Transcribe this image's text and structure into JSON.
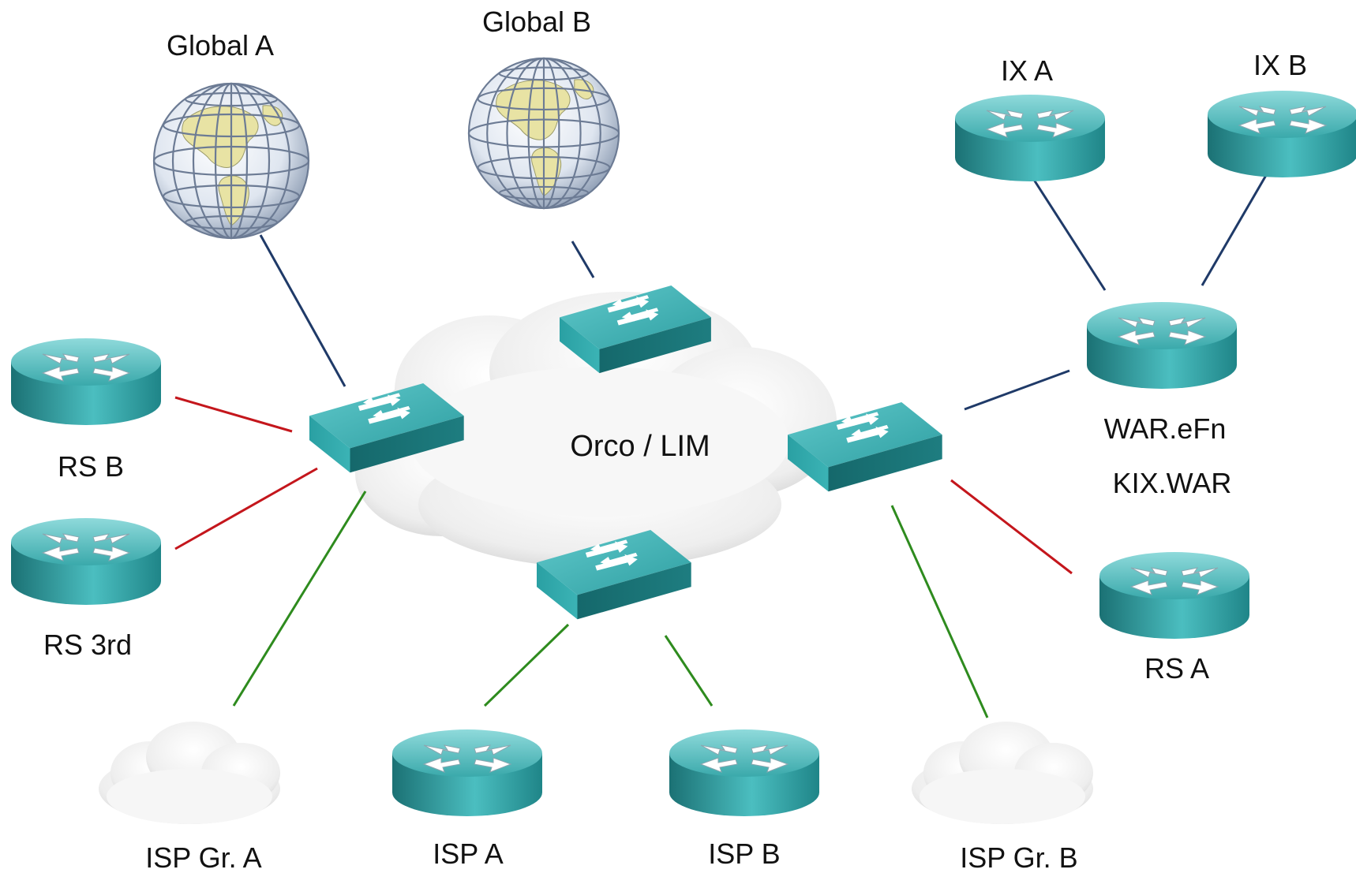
{
  "colors": {
    "uplink": "#1f3a68",
    "route_server": "#c4161c",
    "isp": "#2e8b1e",
    "device_teal": "#2fa6a8",
    "device_teal_dark": "#1d7f82",
    "globe_ocean": "#f2f4f8",
    "globe_land": "#e6e2a8",
    "cloud": "#f4f4f4"
  },
  "labels": {
    "global_a": "Global A",
    "global_b": "Global B",
    "ix_a": "IX A",
    "ix_b": "IX B",
    "rs_b": "RS B",
    "rs_3rd": "RS 3rd",
    "orco_lim": "Orco / LIM",
    "war_efn": "WAR.eFn",
    "kix_war": "KIX.WAR",
    "rs_a": "RS A",
    "isp_gr_a": "ISP Gr. A",
    "isp_a": "ISP A",
    "isp_b": "ISP B",
    "isp_gr_b": "ISP Gr. B"
  },
  "icons": {
    "globe": "globe-icon",
    "router": "router-icon",
    "switch": "switch-icon",
    "cloud": "cloud-icon"
  }
}
